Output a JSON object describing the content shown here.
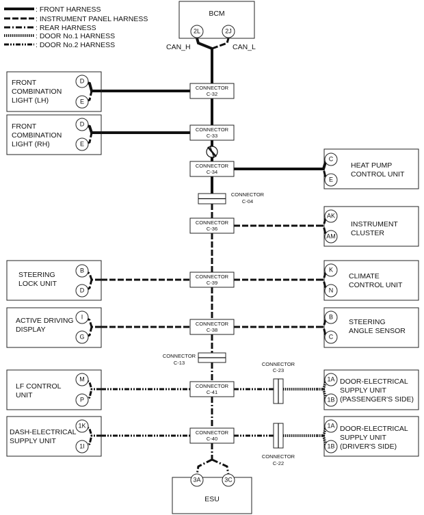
{
  "legend": {
    "front": ": FRONT HARNESS",
    "instrument_panel": ": INSTRUMENT PANEL HARNESS",
    "rear": ": REAR HARNESS",
    "door1": ": DOOR No.1 HARNESS",
    "door2": ": DOOR No.2 HARNESS"
  },
  "bcm": {
    "name": "BCM",
    "pin_l": "2L",
    "pin_r": "2J",
    "can_h": "CAN_H",
    "can_l": "CAN_L"
  },
  "esu": {
    "name": "ESU",
    "pin_l": "3A",
    "pin_r": "3C"
  },
  "connectors": {
    "c32": {
      "top": "CONNECTOR",
      "bot": "C-32"
    },
    "c33": {
      "top": "CONNECTOR",
      "bot": "C-33"
    },
    "c34": {
      "top": "CONNECTOR",
      "bot": "C-34"
    },
    "c04": {
      "top": "CONNECTOR",
      "bot": "C-04"
    },
    "c36": {
      "top": "CONNECTOR",
      "bot": "C-36"
    },
    "c39": {
      "top": "CONNECTOR",
      "bot": "C-39"
    },
    "c38": {
      "top": "CONNECTOR",
      "bot": "C-38"
    },
    "c13": {
      "top": "CONNECTOR",
      "bot": "C-13"
    },
    "c41": {
      "top": "CONNECTOR",
      "bot": "C-41"
    },
    "c40": {
      "top": "CONNECTOR",
      "bot": "C-40"
    },
    "c23": {
      "top": "CONNECTOR",
      "bot": "C-23"
    },
    "c22": {
      "top": "CONNECTOR",
      "bot": "C-22"
    }
  },
  "left_units": [
    {
      "lines": [
        "FRONT",
        "COMBINATION",
        "LIGHT (LH)"
      ],
      "pin_a": "D",
      "pin_b": "E"
    },
    {
      "lines": [
        "FRONT",
        "COMBINATION",
        "LIGHT (RH)"
      ],
      "pin_a": "D",
      "pin_b": "E"
    },
    {
      "lines": [
        "STEERING",
        "LOCK UNIT"
      ],
      "pin_a": "B",
      "pin_b": "D"
    },
    {
      "lines": [
        "ACTIVE DRIVING",
        "DISPLAY"
      ],
      "pin_a": "I",
      "pin_b": "G"
    },
    {
      "lines": [
        "LF CONTROL",
        "UNIT"
      ],
      "pin_a": "M",
      "pin_b": "P"
    },
    {
      "lines": [
        "DASH-ELECTRICAL",
        "SUPPLY UNIT"
      ],
      "pin_a": "1K",
      "pin_b": "1I"
    }
  ],
  "right_units": [
    {
      "lines": [
        "HEAT PUMP",
        "CONTROL UNIT"
      ],
      "pin_a": "C",
      "pin_b": "E"
    },
    {
      "lines": [
        "INSTRUMENT",
        "CLUSTER"
      ],
      "pin_a": "AK",
      "pin_b": "AM"
    },
    {
      "lines": [
        "CLIMATE",
        "CONTROL UNIT"
      ],
      "pin_a": "K",
      "pin_b": "N"
    },
    {
      "lines": [
        "STEERING",
        "ANGLE SENSOR"
      ],
      "pin_a": "B",
      "pin_b": "C"
    },
    {
      "lines": [
        "DOOR-ELECTRICAL",
        "SUPPLY UNIT",
        "(PASSENGER'S SIDE)"
      ],
      "pin_a": "1A",
      "pin_b": "1B"
    },
    {
      "lines": [
        "DOOR-ELECTRICAL",
        "SUPPLY UNIT",
        "(DRIVER'S SIDE)"
      ],
      "pin_a": "1A",
      "pin_b": "1B"
    }
  ]
}
